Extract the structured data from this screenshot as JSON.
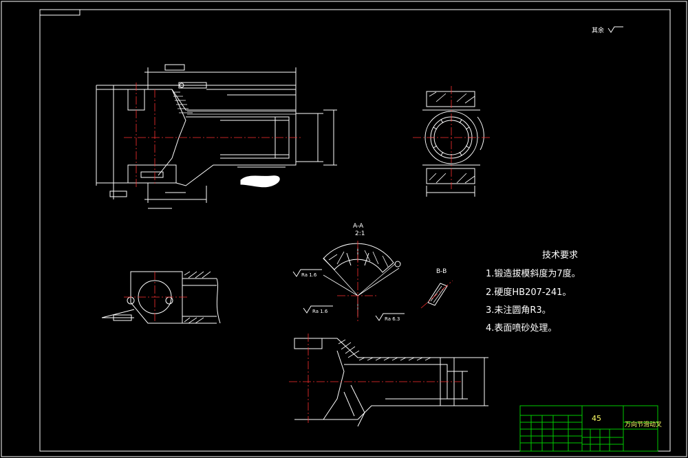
{
  "colors": {
    "background": "#000000",
    "outline": "#ffffff",
    "centerline": "#ff3030",
    "dimension": "#ffffff",
    "titleblock": "#00cc00",
    "hatch": "#ffffff",
    "text_yellow": "#ffff66"
  },
  "corner_note": "其余",
  "section_aa": {
    "label": "A-A",
    "scale": "2:1"
  },
  "section_bb": {
    "label": "B-B"
  },
  "roughness": [
    "Ra 1.6",
    "Ra 1.6",
    "Ra 6.3"
  ],
  "tech_requirements": {
    "title": "技术要求",
    "items": [
      "1.锻造拔模斜度为7度。",
      "2.硬度HB207-241。",
      "3.未注圆角R3。",
      "4.表面喷砂处理。"
    ]
  },
  "title_block": {
    "material": "45",
    "part_name": "万向节滑动叉"
  }
}
